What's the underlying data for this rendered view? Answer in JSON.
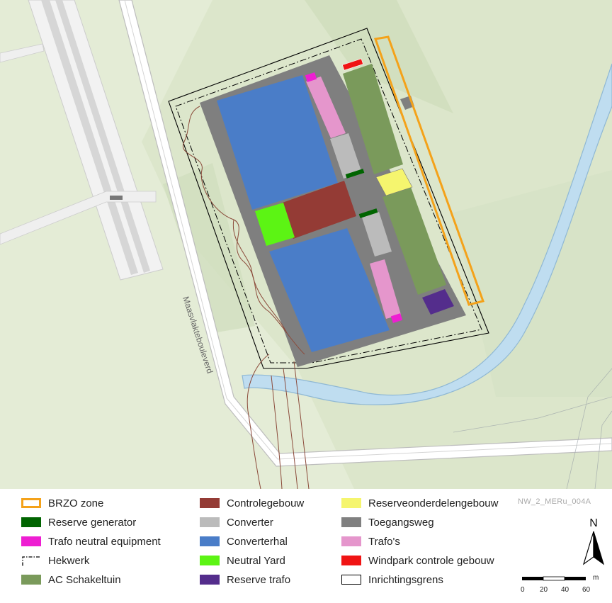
{
  "map": {
    "road_label": "Maasvlaktebouleverd",
    "figure_code": "NW_2_MERu_004A"
  },
  "legend": {
    "items": [
      {
        "label": "BRZO zone",
        "color": "#F4A21A",
        "style": "outline-orange"
      },
      {
        "label": "Reserve generator",
        "color": "#006400",
        "style": "fill"
      },
      {
        "label": "Trafo neutral equipment",
        "color": "#EE1ED2",
        "style": "fill"
      },
      {
        "label": "Hekwerk",
        "color": "#000000",
        "style": "dashdot"
      },
      {
        "label": "AC Schakeltuin",
        "color": "#7A9A5B",
        "style": "fill"
      },
      {
        "label": "Controlegebouw",
        "color": "#943B35",
        "style": "fill"
      },
      {
        "label": "Converter",
        "color": "#BBBBBB",
        "style": "fill"
      },
      {
        "label": "Converterhal",
        "color": "#4A7DC8",
        "style": "fill"
      },
      {
        "label": "Neutral Yard",
        "color": "#5CF414",
        "style": "fill"
      },
      {
        "label": "Reserve trafo",
        "color": "#542D8C",
        "style": "fill"
      },
      {
        "label": "Reserveonderdelengebouw",
        "color": "#F5F56E",
        "style": "fill"
      },
      {
        "label": "Toegangsweg",
        "color": "#808080",
        "style": "fill"
      },
      {
        "label": "Trafo's",
        "color": "#E596CC",
        "style": "fill"
      },
      {
        "label": "Windpark controle gebouw",
        "color": "#F01414",
        "style": "fill"
      },
      {
        "label": "Inrichtingsgrens",
        "color": "#000000",
        "style": "outline-black"
      }
    ]
  },
  "north_arrow": {
    "label": "N"
  },
  "scale_bar": {
    "unit": "m",
    "ticks": [
      "0",
      "20",
      "40",
      "60"
    ]
  }
}
